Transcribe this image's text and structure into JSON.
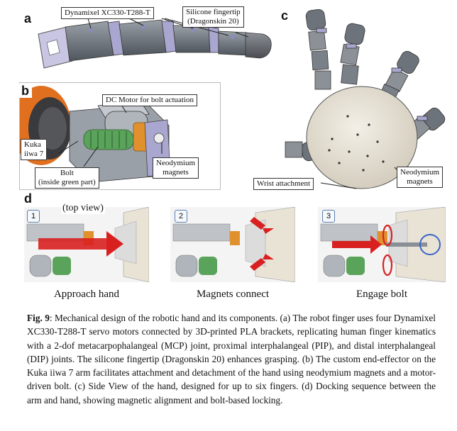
{
  "figure": {
    "panels": {
      "a": {
        "letter": "a",
        "labels": {
          "servo": "Dynamixel XC330-T288-T",
          "fingertip_line1": "Silicone fingertip",
          "fingertip_line2": "(Dragonskin 20)"
        }
      },
      "b": {
        "letter": "b",
        "labels": {
          "dc_motor": "DC Motor for bolt actuation",
          "kuka_line1": "Kuka",
          "kuka_line2": "iiwa 7",
          "bolt_line1": "Bolt",
          "bolt_line2": "(inside green part)",
          "magnets_line1": "Neodymium",
          "magnets_line2": "magnets"
        }
      },
      "c": {
        "letter": "c",
        "labels": {
          "wrist": "Wrist attachment",
          "magnets_line1": "Neodymium",
          "magnets_line2": "magnets"
        }
      },
      "d": {
        "letter": "d",
        "top_view": "(top view)",
        "steps": [
          {
            "number": "1",
            "caption": "Approach hand"
          },
          {
            "number": "2",
            "caption": "Magnets connect"
          },
          {
            "number": "3",
            "caption": "Engage bolt"
          }
        ]
      }
    },
    "caption": {
      "label": "Fig. 9",
      "text": ": Mechanical design of the robotic hand and its components. (a) The robot finger uses four Dynamixel XC330-T288-T servo motors connected by 3D-printed PLA brackets, replicating human finger kinematics with a 2-dof metacarpophalangeal (MCP) joint, proximal interphalangeal (PIP), and distal interphalangeal (DIP) joints. The silicone fingertip (Dragonskin 20) enhances grasping. (b) The custom end-effector on the Kuka iiwa 7 arm facilitates attachment and detachment of the hand using neodymium magnets and a motor-driven bolt. (c) Side View of the hand, designed for up to six fingers. (d) Docking sequence between the arm and hand, showing magnetic alignment and bolt-based locking."
    },
    "colors": {
      "servo_gray": "#6d737b",
      "bracket_lavender": "#a9a6cf",
      "palm_beige": "#e9e3d6",
      "bolt_green": "#5aa35a",
      "gear_orange": "#e0912e",
      "kuka_orange": "#e0701f",
      "arrow_red": "#d92020",
      "highlight_blue": "#3c64c8"
    }
  }
}
